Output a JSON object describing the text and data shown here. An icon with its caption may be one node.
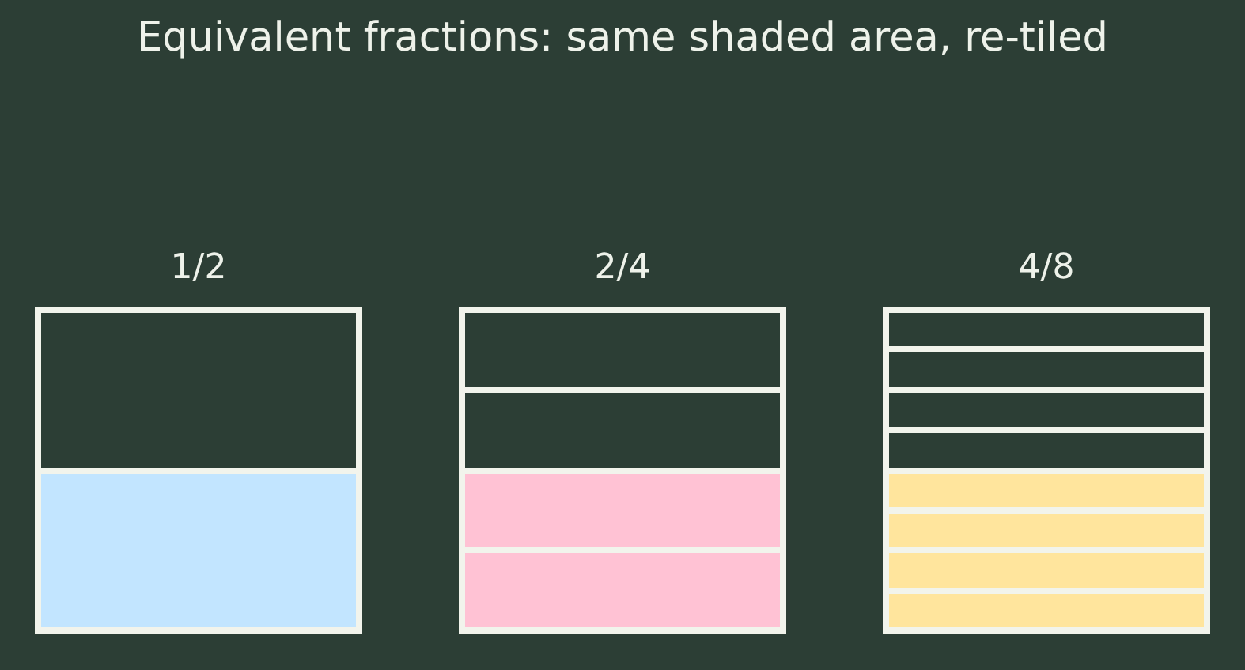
{
  "diagram": {
    "title": "Equivalent fractions: same shaded area, re-tiled",
    "nodes": [
      {
        "text": [
          "1/2"
        ]
      },
      {
        "text": [],
        "shape": "box",
        "in": 0
      },
      {
        "text": [],
        "shape": "box",
        "in": 0
      },
      {
        "text": [
          "2/4"
        ]
      },
      {
        "text": [],
        "shape": "box",
        "in": 3
      },
      {
        "text": [],
        "shape": "box",
        "in": 3
      },
      {
        "text": [],
        "shape": "box",
        "in": 3
      },
      {
        "text": [],
        "shape": "box",
        "in": 3
      },
      {
        "text": [
          "4/8"
        ]
      },
      {
        "text": [],
        "shape": "box",
        "in": 8
      },
      {
        "text": [],
        "shape": "box",
        "in": 8
      },
      {
        "text": [],
        "shape": "box",
        "in": 8
      },
      {
        "text": [],
        "shape": "box",
        "in": 8
      },
      {
        "text": [],
        "shape": "box",
        "in": 8
      },
      {
        "text": [],
        "shape": "box",
        "in": 8
      },
      {
        "text": [],
        "shape": "box",
        "in": 8
      },
      {
        "text": [],
        "shape": "box",
        "in": 8
      }
    ]
  }
}
